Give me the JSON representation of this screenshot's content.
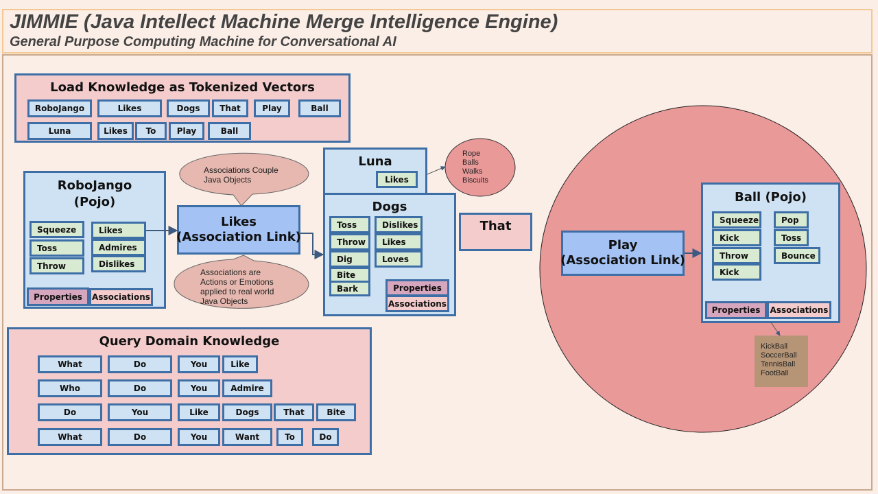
{
  "header": {
    "title": "JIMMIE (Java Intellect Machine Merge Intelligence Engine)",
    "subtitle": "General Purpose Computing Machine for Conversational AI"
  },
  "load_knowledge": {
    "title": "Load Knowledge as Tokenized Vectors",
    "row1": [
      "RoboJango",
      "Likes",
      "Dogs",
      "That",
      "Play",
      "Ball"
    ],
    "row2": [
      "Luna",
      "Likes",
      "To",
      "Play",
      "Ball"
    ]
  },
  "robojango": {
    "title_line1": "RoboJango",
    "title_line2": "(Pojo)",
    "actions": [
      "Squeeze",
      "Toss",
      "Throw"
    ],
    "emotions": [
      "Likes",
      "Admires",
      "Dislikes"
    ],
    "properties": "Properties",
    "associations": "Associations"
  },
  "likes_link": {
    "line1": "Likes",
    "line2": "(Association Link)",
    "bubble_top": [
      "Associations Couple",
      "Java Objects"
    ],
    "bubble_bottom": [
      "Associations are",
      "Actions or Emotions",
      "applied to real world",
      "Java Objects"
    ]
  },
  "luna": {
    "title": "Luna",
    "chip": "Likes",
    "bubble": [
      "Rope",
      "Balls",
      "Walks",
      "Biscuits"
    ]
  },
  "dogs": {
    "title": "Dogs",
    "actions": [
      "Toss",
      "Throw",
      "Dig",
      "Bite",
      "Bark"
    ],
    "emotions": [
      "Dislikes",
      "Likes",
      "Loves"
    ],
    "properties": "Properties",
    "associations": "Associations"
  },
  "that_box": {
    "label": "That"
  },
  "play_link": {
    "line1": "Play",
    "line2": "(Association Link)"
  },
  "ball": {
    "title": "Ball (Pojo)",
    "actions_left": [
      "Squeeze",
      "Kick",
      "Throw",
      "Kick"
    ],
    "actions_right": [
      "Pop",
      "Toss",
      "Bounce"
    ],
    "properties": "Properties",
    "associations": "Associations",
    "note": [
      "KickBall",
      "SoccerBall",
      "TennisBall",
      "FootBall"
    ]
  },
  "query": {
    "title": "Query Domain Knowledge",
    "rows": [
      [
        "What",
        "Do",
        "You",
        "Like"
      ],
      [
        "Who",
        "Do",
        "You",
        "Admire"
      ],
      [
        "Do",
        "You",
        "Like",
        "Dogs",
        "That",
        "Bite"
      ],
      [
        "What",
        "Do",
        "You",
        "Want",
        "To",
        "Do"
      ]
    ]
  },
  "colors": {
    "border_blue": "#3d6fa6",
    "panel_pink": "#f4cccc",
    "panel_blue": "#cfe2f3",
    "chip_green": "#d9ead3",
    "link_blue": "#a4c2f4",
    "circle_red": "#ea9999",
    "note_brown": "#b69577"
  }
}
